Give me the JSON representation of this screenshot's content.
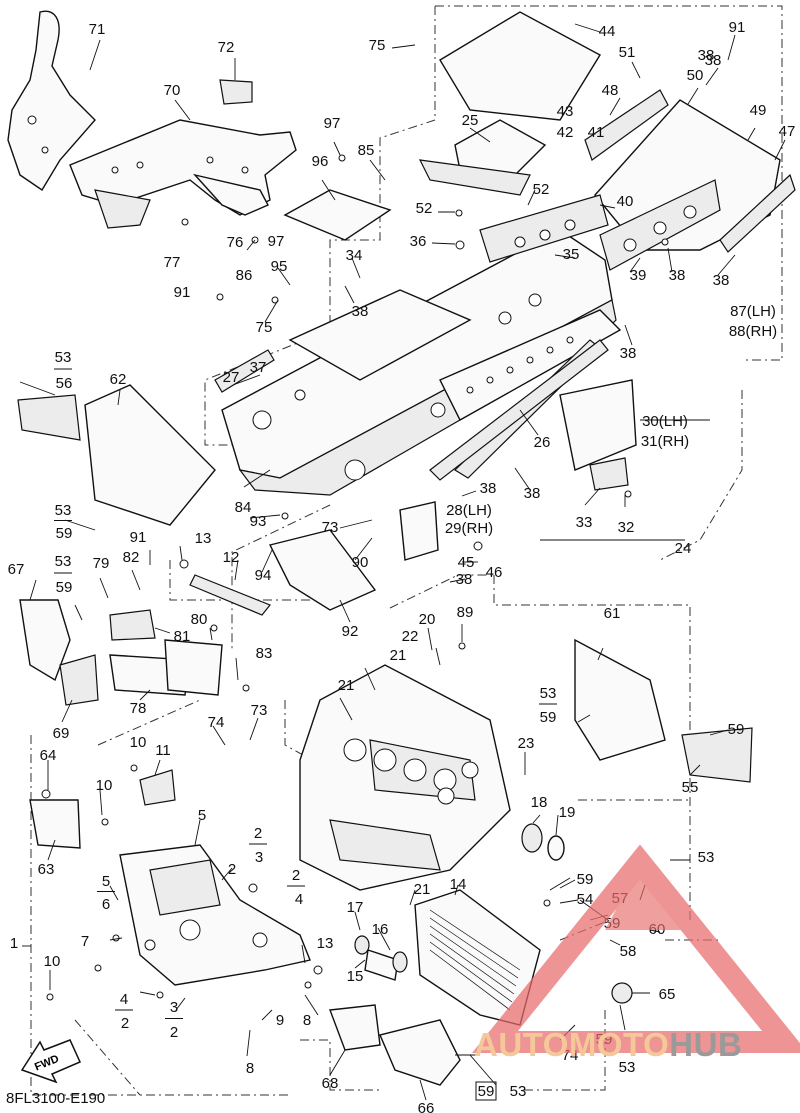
{
  "diagram": {
    "code": "8FL3100-E190",
    "direction_label": "FWD",
    "callouts": {
      "c1": "1",
      "c2a": "2",
      "c2b": "2",
      "c2c": "2",
      "c2d": "2",
      "c2e": "2",
      "c3a": "3",
      "c3b": "3",
      "c4a": "4",
      "c4b": "4",
      "c5a": "5",
      "c5b": "5",
      "c6": "6",
      "c7": "7",
      "c8a": "8",
      "c8b": "8",
      "c9": "9",
      "c10a": "10",
      "c10b": "10",
      "c10c": "10",
      "c11": "11",
      "c12": "12",
      "c13a": "13",
      "c13b": "13",
      "c14": "14",
      "c15": "15",
      "c16": "16",
      "c17": "17",
      "c18": "18",
      "c19": "19",
      "c20": "20",
      "c21a": "21",
      "c21b": "21",
      "c21c": "21",
      "c22": "22",
      "c23": "23",
      "c24": "24",
      "c25": "25",
      "c26": "26",
      "c27": "27",
      "c28": "28(LH)",
      "c29": "29(RH)",
      "c30": "30(LH)",
      "c31": "31(RH)",
      "c32": "32",
      "c33": "33",
      "c34": "34",
      "c35": "35",
      "c36": "36",
      "c37": "37",
      "c38a": "38",
      "c38b": "38",
      "c38c": "38",
      "c38d": "38",
      "c38e": "38",
      "c38f": "38",
      "c38g": "38",
      "c38h": "38",
      "c38i": "38",
      "c39": "39",
      "c40": "40",
      "c41": "41",
      "c42": "42",
      "c43": "43",
      "c44": "44",
      "c45": "45",
      "c46": "46",
      "c47": "47",
      "c48": "48",
      "c49": "49",
      "c50": "50",
      "c51": "51",
      "c52a": "52",
      "c52b": "52",
      "c53a": "53",
      "c53b": "53",
      "c53c": "53",
      "c53d": "53",
      "c53e": "53",
      "c53f": "53",
      "c53g": "53",
      "c54": "54",
      "c55": "55",
      "c56": "56",
      "c57": "57",
      "c58": "58",
      "c59a": "59",
      "c59b": "59",
      "c59c": "59",
      "c59d": "59",
      "c59e": "59",
      "c59f": "59",
      "c59g": "59",
      "c59h": "59",
      "c59i": "59",
      "c60": "60",
      "c61": "61",
      "c62": "62",
      "c63": "63",
      "c64": "64",
      "c65": "65",
      "c66": "66",
      "c67": "67",
      "c68": "68",
      "c69": "69",
      "c70": "70",
      "c71": "71",
      "c72": "72",
      "c73a": "73",
      "c73b": "73",
      "c74a": "74",
      "c74b": "74",
      "c75a": "75",
      "c75b": "75",
      "c76": "76",
      "c77": "77",
      "c78": "78",
      "c79": "79",
      "c80": "80",
      "c81": "81",
      "c82": "82",
      "c83": "83",
      "c84": "84",
      "c85": "85",
      "c86": "86",
      "c87": "87(LH)",
      "c88": "88(RH)",
      "c89": "89",
      "c90": "90",
      "c91a": "91",
      "c91b": "91",
      "c91c": "91",
      "c92": "92",
      "c93": "93",
      "c94": "94",
      "c95": "95",
      "c96": "96",
      "c97a": "97",
      "c97b": "97"
    }
  },
  "watermark": {
    "text_part1": "AUTOMOTO",
    "text_part2": "HUB",
    "triangle_color": "#f08080",
    "text_color_1": "#f5c89a",
    "text_color_2": "#9a9a9a"
  }
}
